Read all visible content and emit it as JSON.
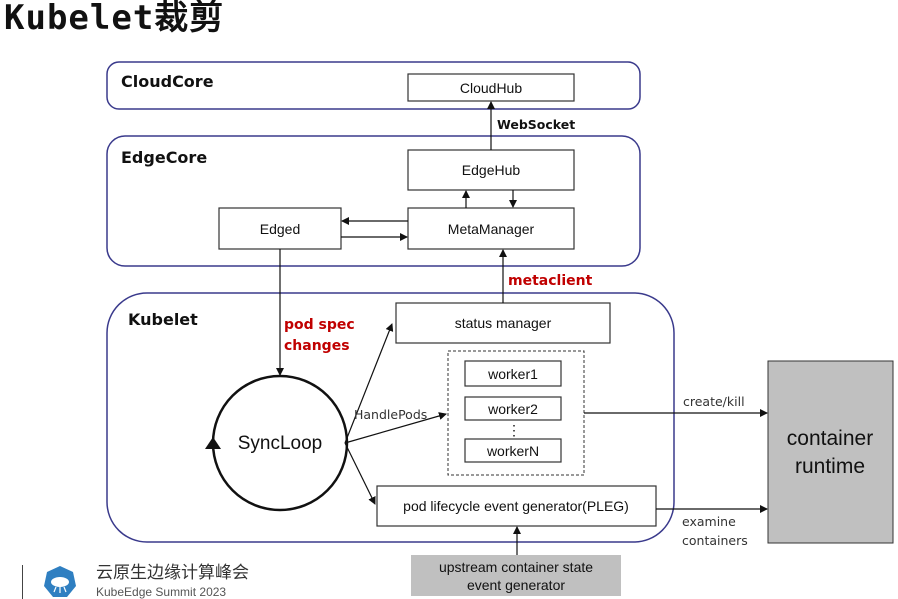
{
  "title": "Kubelet裁剪",
  "groups": {
    "cloudcore": "CloudCore",
    "edgecore": "EdgeCore",
    "kubelet": "Kubelet"
  },
  "nodes": {
    "cloudhub": "CloudHub",
    "edgehub": "EdgeHub",
    "edged": "Edged",
    "metamanager": "MetaManager",
    "status_manager": "status manager",
    "worker1": "worker1",
    "worker2": "worker2",
    "worker_dots": "⋮",
    "workerN": "workerN",
    "pleg": "pod lifecycle event generator(PLEG)",
    "syncloop": "SyncLoop",
    "container_runtime": [
      "container",
      "runtime"
    ],
    "upstream": [
      "upstream container state",
      "event generator"
    ]
  },
  "edges": {
    "websocket": "WebSocket",
    "metaclient": "metaclient",
    "pod_spec": [
      "pod spec",
      "changes"
    ],
    "handlepods": "HandlePods",
    "create_kill": "create/kill",
    "examine": [
      "examine",
      "containers"
    ]
  },
  "footer": {
    "title": "云原生边缘计算峰会",
    "subtitle": "KubeEdge Summit 2023"
  },
  "colors": {
    "group_border": "#3a3a8c",
    "highlight_text": "#c00000",
    "gray_box": "#c0c0c0",
    "logo": "#2f7fc1"
  }
}
